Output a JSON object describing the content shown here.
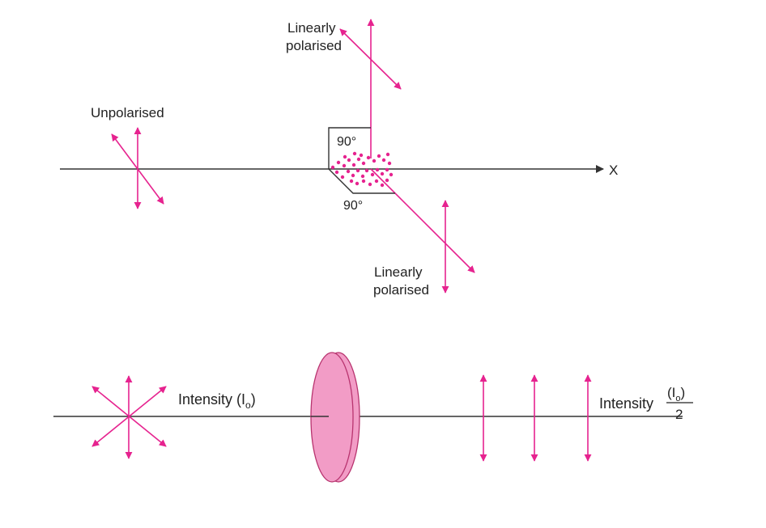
{
  "colors": {
    "accent": "#e6238f",
    "line": "#333333",
    "polaroid_fill": "#f29cc6"
  },
  "scattering": {
    "label_unpolarised": "Unpolarised",
    "label_linear_top": [
      "Linearly",
      "polarised"
    ],
    "label_linear_bottom": [
      "Linearly",
      "polarised"
    ],
    "angle_top": "90°",
    "angle_bottom": "90°",
    "axis_label": "X"
  },
  "polaroid": {
    "intensity_in_prefix": "Intensity (I",
    "intensity_in_sub": "o",
    "intensity_in_suffix": ")",
    "intensity_out_prefix": "Intensity",
    "intensity_out_num": "(I",
    "intensity_out_num_sub": "o",
    "intensity_out_num_close": ")",
    "intensity_out_den": "2"
  }
}
